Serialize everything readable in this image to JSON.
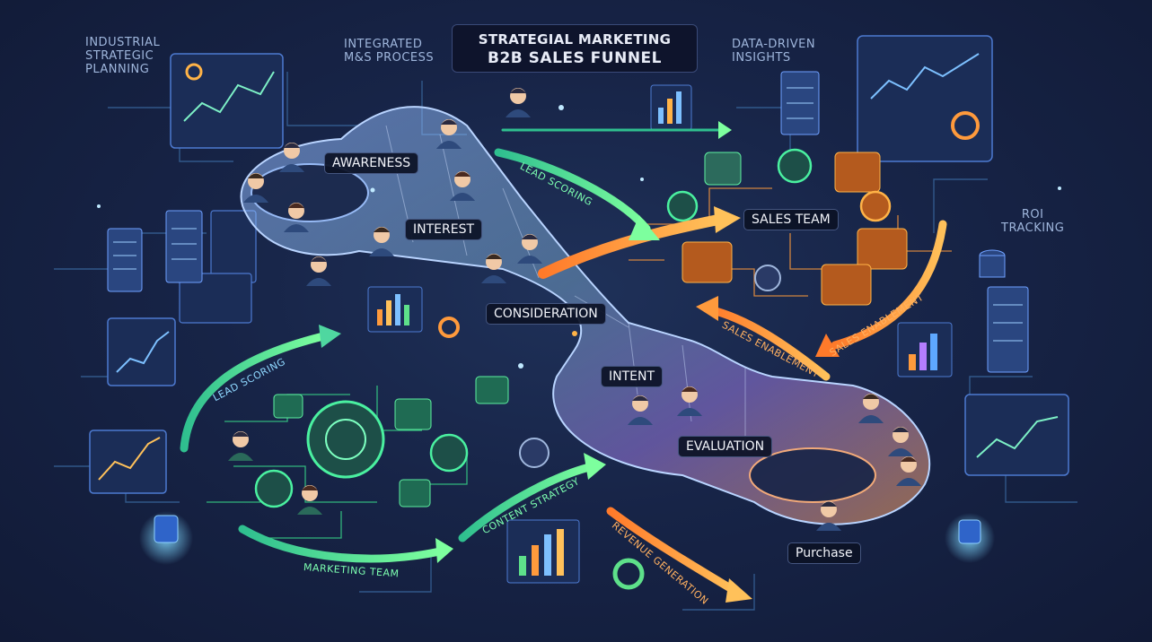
{
  "title": {
    "line1": "STRATEGIAL MARKETING",
    "line2": "B2B SALES FUNNEL"
  },
  "corner_labels": {
    "industrial": [
      "INDUSTRIAL",
      "STRATEGIC",
      "PLANNING"
    ],
    "integrated": [
      "INTEGRATED",
      "M&S PROCESS"
    ],
    "data_driven": [
      "DATA-DRIVEN",
      "INSIGHTS"
    ],
    "roi": [
      "ROI",
      "TRACKING"
    ]
  },
  "stages": {
    "awareness": "AWARENESS",
    "interest": "INTEREST",
    "consideration": "CONSIDERATION",
    "intent": "INTENT",
    "evaluation": "EVALUATION",
    "purchase": "Purchase"
  },
  "teams": {
    "sales": "SALES TEAM",
    "marketing": "MARKETING TEAM"
  },
  "flow_labels": {
    "lead_scoring_top": "LEAD SCORING",
    "lead_scoring_left": "LEAD SCORING",
    "content_strategy": "CONTENT STRATEGY",
    "sales_enablement_right": "SALES ENABLEMENT",
    "sales_enablement_mid": "SALES ENABLEMENT",
    "revenue_generation": "REVENUE GENERATION"
  },
  "colors": {
    "blue_funnel": "#7aa6ff",
    "green_accent": "#5ee08a",
    "orange_accent": "#ff9a3c",
    "purple_accent": "#b47dff",
    "text": "#9fb6dc"
  },
  "icons": [
    "person-icon",
    "gear-icon",
    "chart-icon",
    "server-icon",
    "monitor-icon",
    "search-icon"
  ]
}
